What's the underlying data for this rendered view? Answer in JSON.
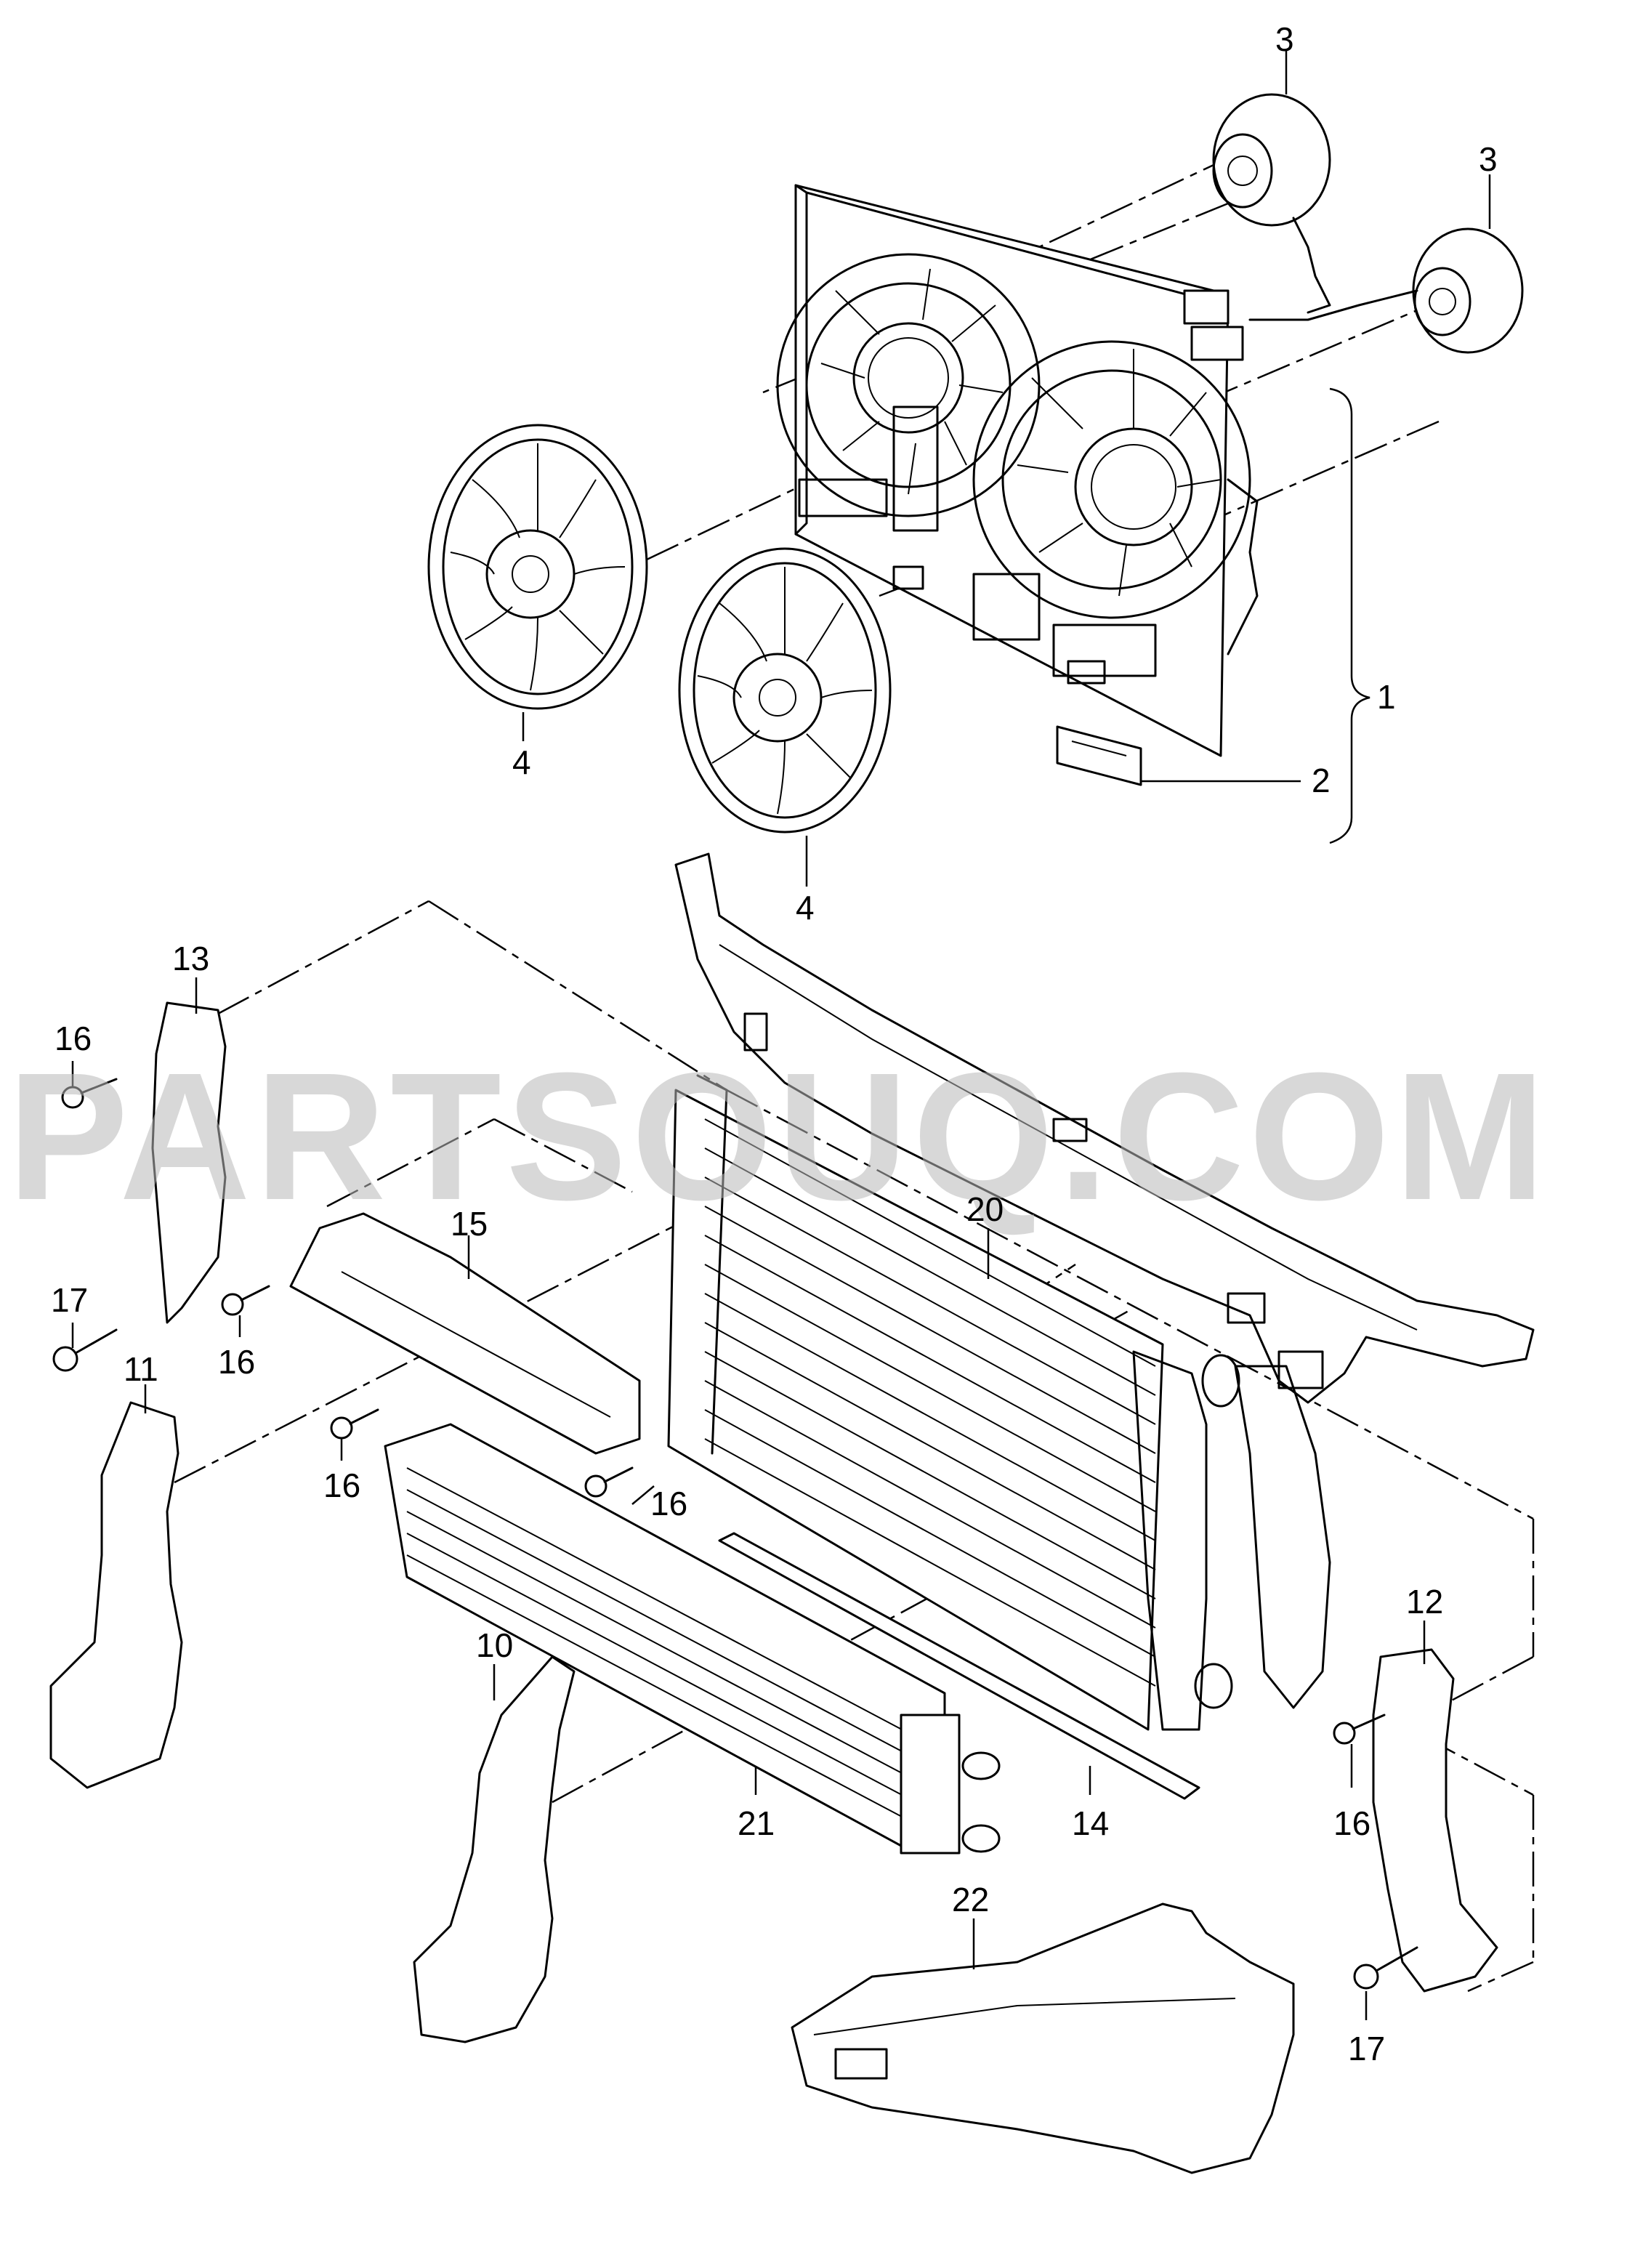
{
  "watermark": "PARTSOUQ.COM",
  "callouts": {
    "c1": "1",
    "c2": "2",
    "c3a": "3",
    "c3b": "3",
    "c4a": "4",
    "c4b": "4",
    "c10": "10",
    "c11": "11",
    "c12": "12",
    "c13": "13",
    "c14": "14",
    "c15": "15",
    "c16a": "16",
    "c16b": "16",
    "c16c": "16",
    "c16d": "16",
    "c16e": "16",
    "c17a": "17",
    "c17b": "17",
    "c20": "20",
    "c21": "21",
    "c22": "22"
  }
}
